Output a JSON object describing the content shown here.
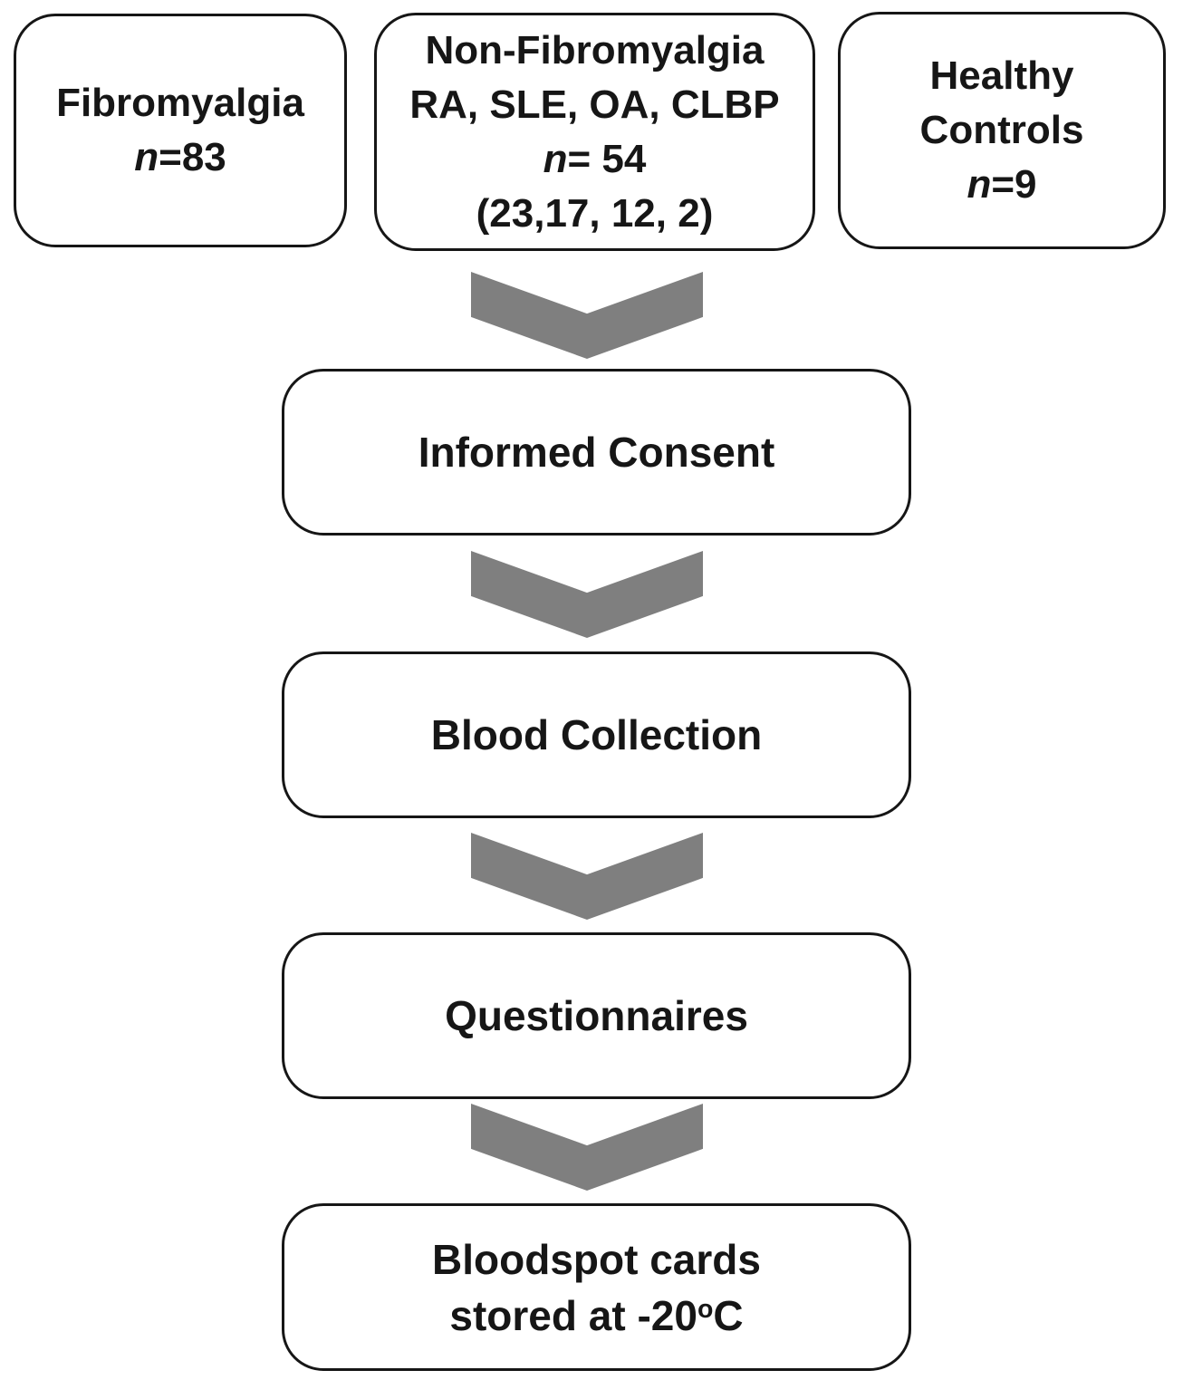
{
  "diagram": {
    "type": "study-flowchart",
    "colors": {
      "box_border": "#161616",
      "box_background": "#ffffff",
      "chevron_fill": "#7f7f7f",
      "text": "#161616"
    },
    "cohorts": [
      {
        "name": "Fibromyalgia",
        "line1": "Fibromyalgia",
        "n_italic": "n",
        "n_rest": "=83"
      },
      {
        "name": "Non-Fibromyalgia",
        "line1": "Non-Fibromyalgia",
        "line2": "RA, SLE, OA, CLBP",
        "n_italic": "n",
        "n_rest": "= 54",
        "line4": "(23,17, 12, 2)"
      },
      {
        "name": "Healthy Controls",
        "line1": "Healthy",
        "line2": "Controls",
        "n_italic": "n",
        "n_rest": "=9"
      }
    ],
    "steps": [
      {
        "label": "Informed Consent"
      },
      {
        "label": "Blood Collection"
      },
      {
        "label": "Questionnaires"
      },
      {
        "line1": "Bloodspot cards",
        "line2_prefix": "stored at -20",
        "line2_sup": "o",
        "line2_suffix": "C"
      }
    ],
    "connector_glyph": "chevron-down"
  }
}
